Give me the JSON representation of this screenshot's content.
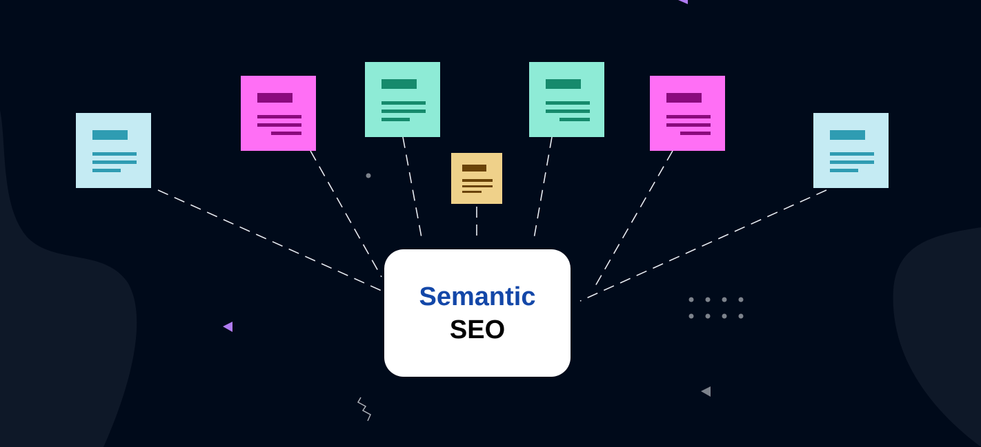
{
  "center": {
    "title": "Semantic",
    "subtitle": "SEO"
  },
  "colors": {
    "background": "#000a1a",
    "title": "#1347a8",
    "connector": "#e8ecf2",
    "doc_blue_bg": "#c5ebf3",
    "doc_blue_fg": "#2f9cb2",
    "doc_pink_bg": "#ff6ff5",
    "doc_pink_fg": "#8a0a7d",
    "doc_green_bg": "#8eebd6",
    "doc_green_fg": "#168a6c",
    "doc_yellow_bg": "#efd18a",
    "doc_yellow_fg": "#6a4307",
    "accent_purple": "#b07cf2"
  },
  "documents": [
    {
      "name": "document-icon-blue-left",
      "theme": "blue"
    },
    {
      "name": "document-icon-pink-left",
      "theme": "pink"
    },
    {
      "name": "document-icon-green-left",
      "theme": "green"
    },
    {
      "name": "document-icon-yellow-center",
      "theme": "yellow"
    },
    {
      "name": "document-icon-green-right",
      "theme": "green"
    },
    {
      "name": "document-icon-pink-right",
      "theme": "pink"
    },
    {
      "name": "document-icon-blue-right",
      "theme": "blue"
    }
  ]
}
